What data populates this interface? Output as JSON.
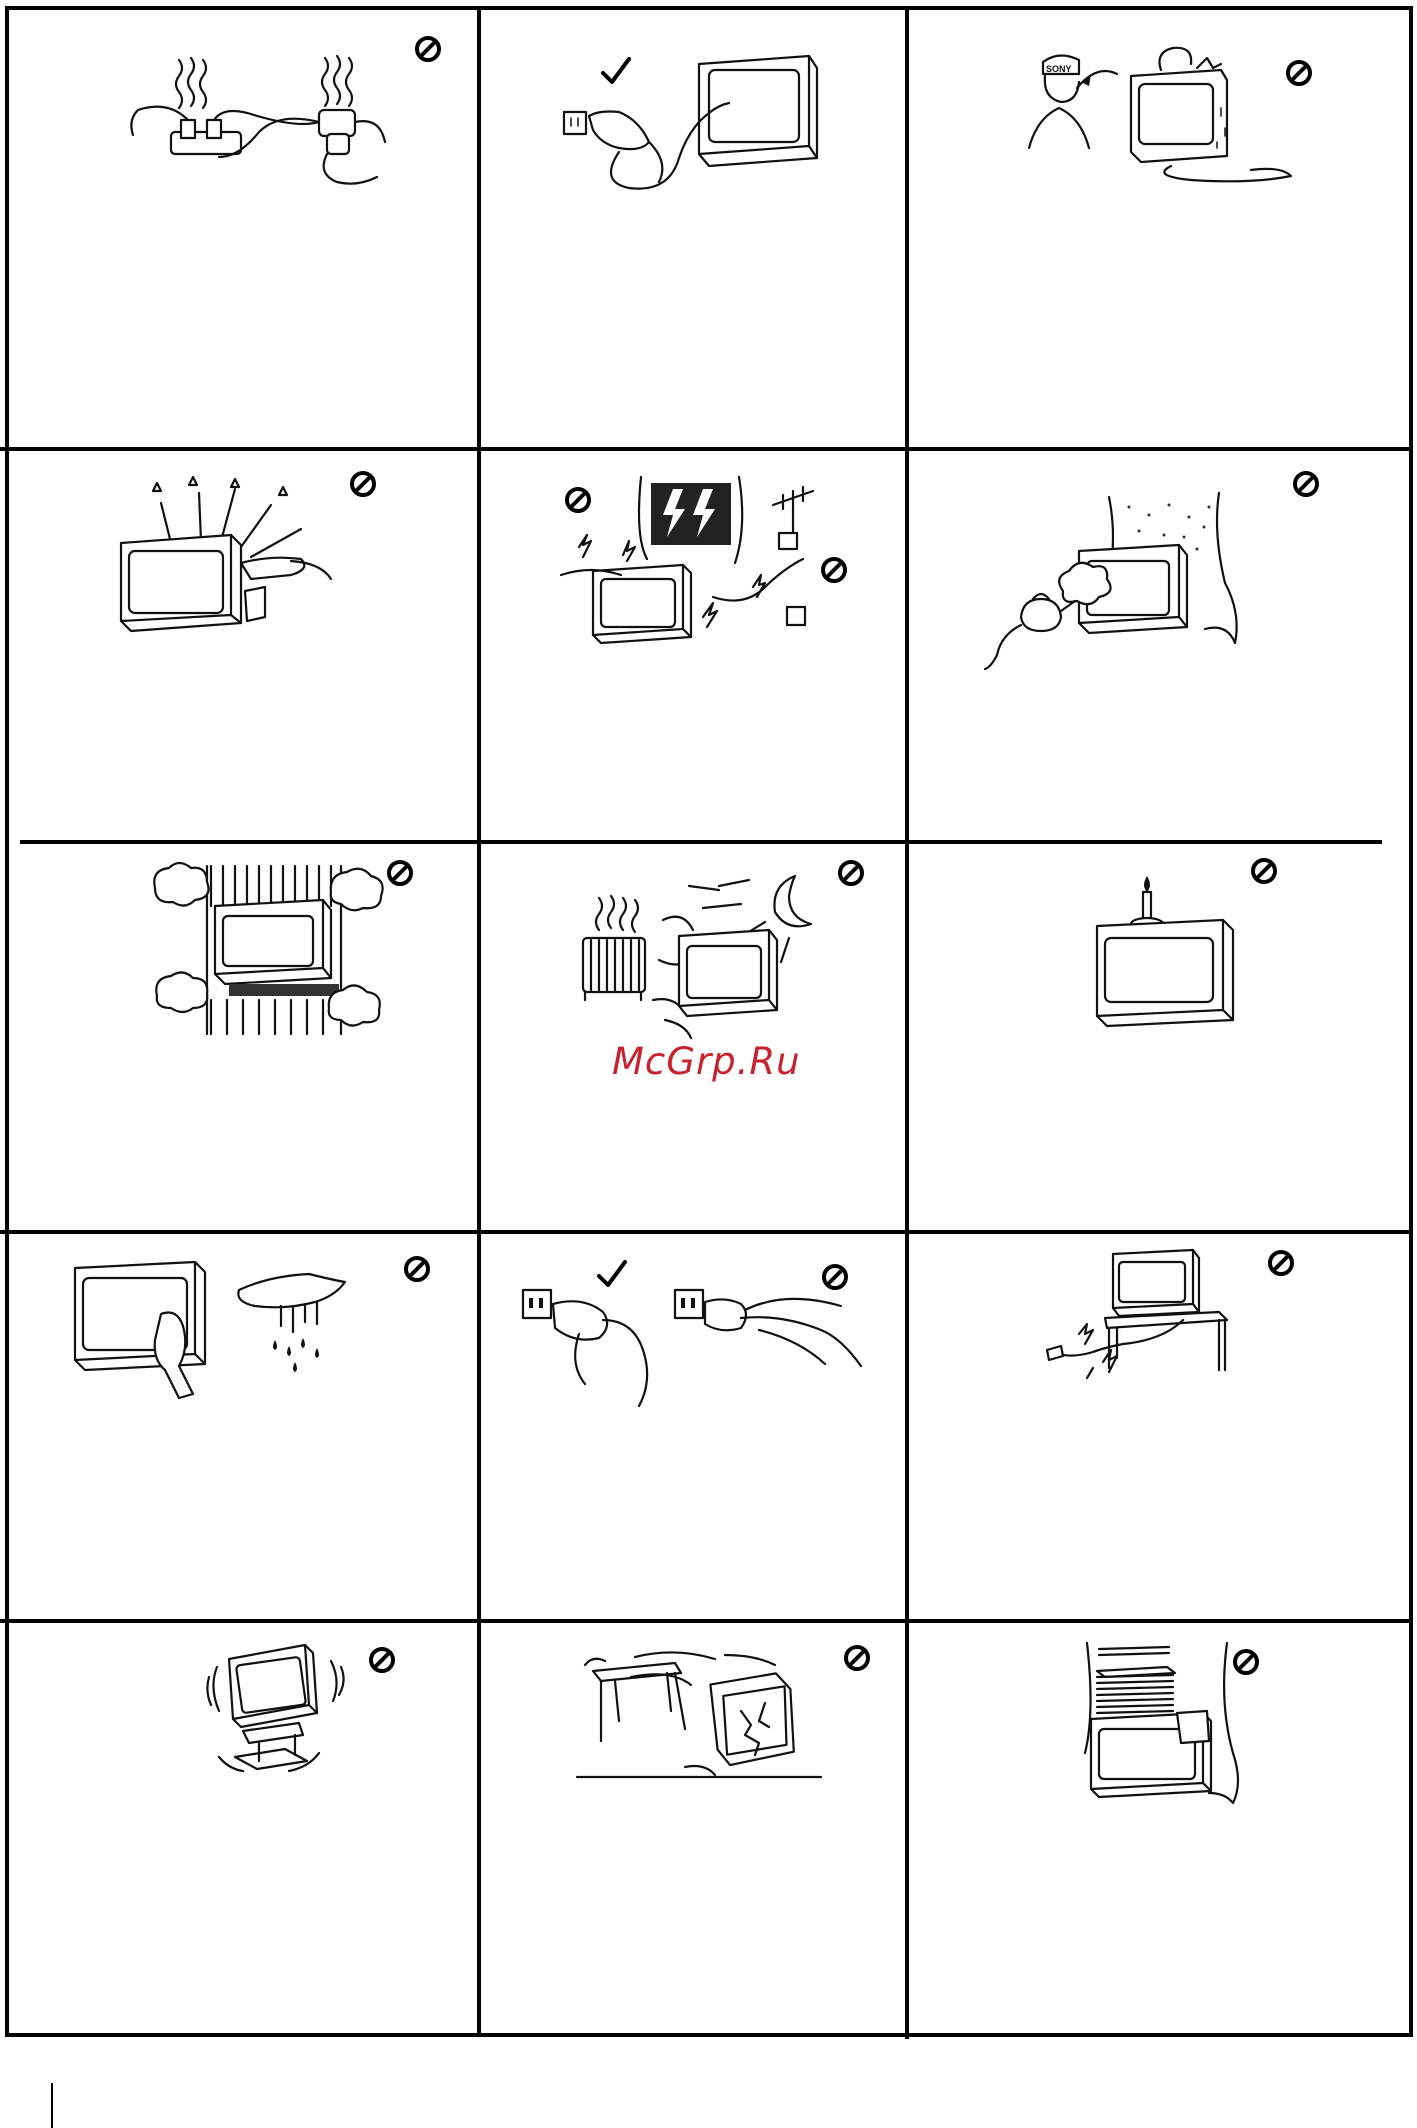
{
  "document": {
    "watermark": "McGrp.Ru"
  },
  "panels": [
    {
      "id": "overloaded-outlets",
      "marker": "prohibited"
    },
    {
      "id": "unplug-by-plug",
      "marker": "allowed"
    },
    {
      "id": "liquid-contact-service",
      "marker": "prohibited",
      "cap_text": "SONY"
    },
    {
      "id": "no-opening-cabinet",
      "marker": "prohibited"
    },
    {
      "id": "lightning-storm",
      "marker": "prohibited",
      "extra_marker": "prohibited"
    },
    {
      "id": "moisture-steam",
      "marker": "prohibited"
    },
    {
      "id": "ventilation-blocked",
      "marker": "prohibited"
    },
    {
      "id": "heat-sources-sun",
      "marker": "prohibited"
    },
    {
      "id": "candle-on-top",
      "marker": "prohibited"
    },
    {
      "id": "wet-cloth-cleaning",
      "marker": "prohibited"
    },
    {
      "id": "plug-handling",
      "marker": "prohibited",
      "extra_marker": "allowed"
    },
    {
      "id": "damaged-cord",
      "marker": "prohibited"
    },
    {
      "id": "unstable-stand",
      "marker": "prohibited"
    },
    {
      "id": "falling-tv",
      "marker": "prohibited"
    },
    {
      "id": "objects-on-top",
      "marker": "prohibited"
    }
  ],
  "colors": {
    "ink": "#111111",
    "watermark": "#c8232c",
    "background": "#ffffff"
  },
  "icons": {
    "prohibited": "prohibited-sign-icon",
    "allowed": "check-mark-icon"
  }
}
